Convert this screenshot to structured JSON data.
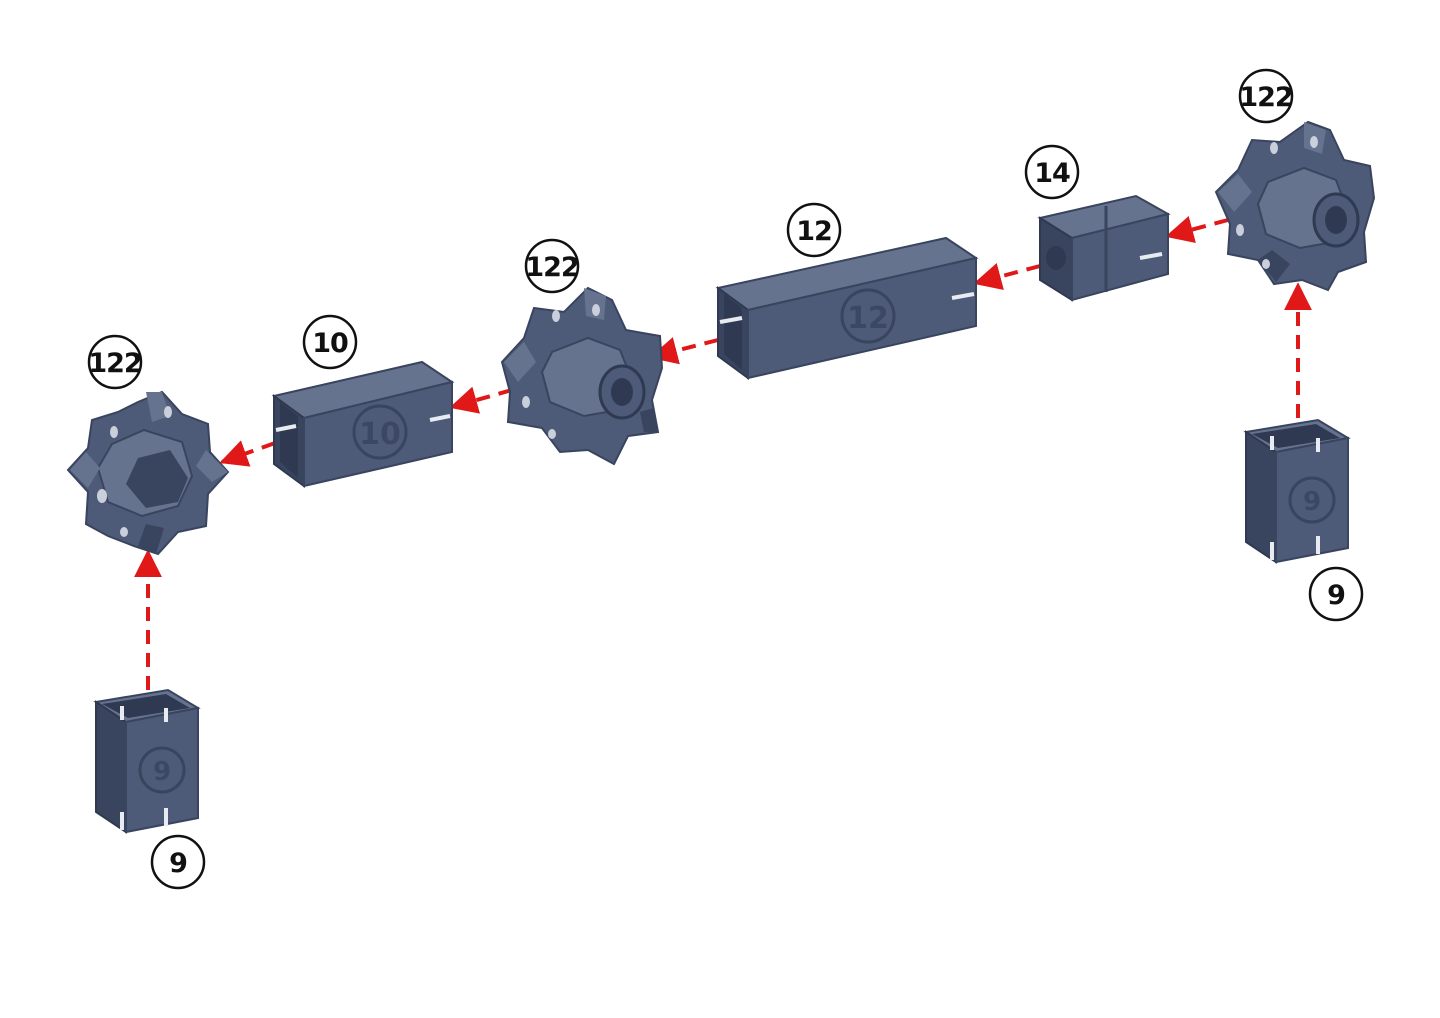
{
  "colors": {
    "part_fill": "#4d5a78",
    "part_light": "#66738f",
    "part_dark": "#39445e",
    "arrow": "#e01818",
    "label_stroke": "#111111"
  },
  "parts": [
    {
      "id": "connector-left",
      "kind": "connector",
      "label": "122"
    },
    {
      "id": "tube-10",
      "kind": "tube",
      "label": "10",
      "embossed": "10"
    },
    {
      "id": "connector-mid",
      "kind": "connector",
      "label": "122"
    },
    {
      "id": "tube-12",
      "kind": "tube",
      "label": "12",
      "embossed": "12"
    },
    {
      "id": "tube-14",
      "kind": "tube",
      "label": "14"
    },
    {
      "id": "connector-right",
      "kind": "connector",
      "label": "122"
    },
    {
      "id": "tube-9-left",
      "kind": "tube",
      "label": "9",
      "embossed": "9"
    },
    {
      "id": "tube-9-right",
      "kind": "tube",
      "label": "9",
      "embossed": "9"
    }
  ]
}
